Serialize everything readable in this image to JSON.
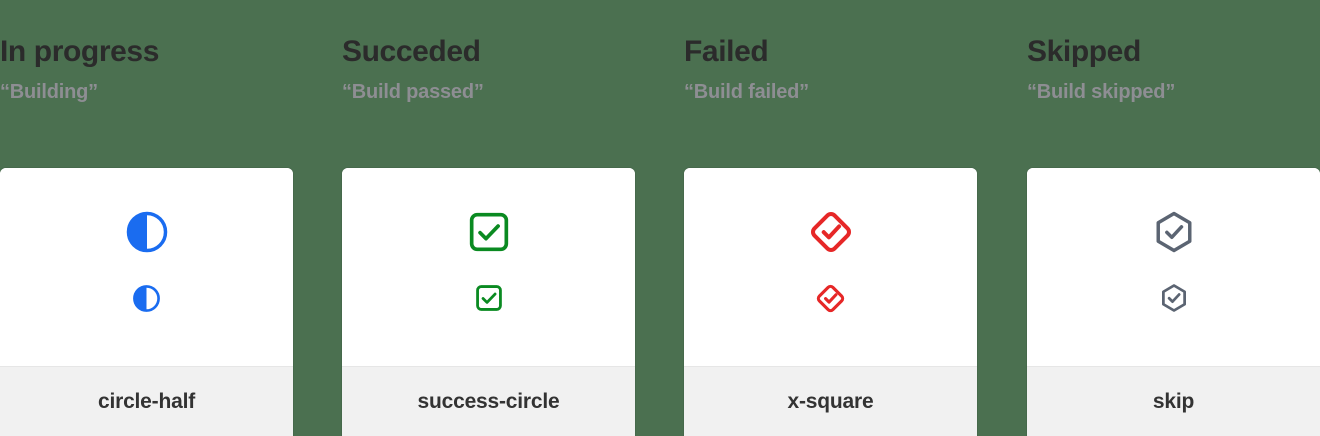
{
  "page": {
    "background_color": "#4b7050",
    "card_background": "#ffffff",
    "card_footer_background": "#f1f1f1"
  },
  "columns": [
    {
      "title": "In progress",
      "subtitle": "“Building”",
      "icon_name": "circle-half",
      "icon_label": "circle-half",
      "icon_color": "#1a6cf0",
      "sizes": [
        "48",
        "32"
      ]
    },
    {
      "title": "Succeded",
      "subtitle": "“Build passed”",
      "icon_name": "success-circle",
      "icon_label": "success-circle",
      "icon_color": "#0a8a21",
      "sizes": [
        "48",
        "32"
      ]
    },
    {
      "title": "Failed",
      "subtitle": "“Build failed”",
      "icon_name": "x-square",
      "icon_label": "x-square",
      "icon_color": "#e62727",
      "sizes": [
        "48",
        "32"
      ]
    },
    {
      "title": "Skipped",
      "subtitle": "“Build skipped”",
      "icon_name": "skip",
      "icon_label": "skip",
      "icon_color": "#5b6472",
      "sizes": [
        "48",
        "32"
      ]
    }
  ]
}
